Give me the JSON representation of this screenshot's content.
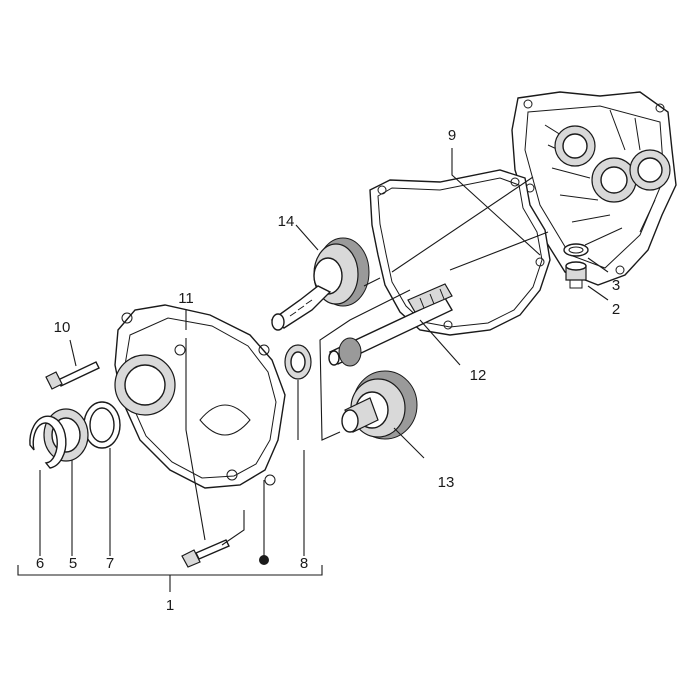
{
  "diagram": {
    "colors": {
      "line": "#1a1a1a",
      "shade": "#d9d9d9",
      "dark": "#9a9a9a",
      "background": "#ffffff"
    },
    "callouts": {
      "c1": "1",
      "c2": "2",
      "c3": "3",
      "c5": "5",
      "c6": "6",
      "c7": "7",
      "c8": "8",
      "c9": "9",
      "c10": "10",
      "c11": "11",
      "c12": "12",
      "c13": "13",
      "c14": "14"
    },
    "marker": "bullet-dot"
  }
}
